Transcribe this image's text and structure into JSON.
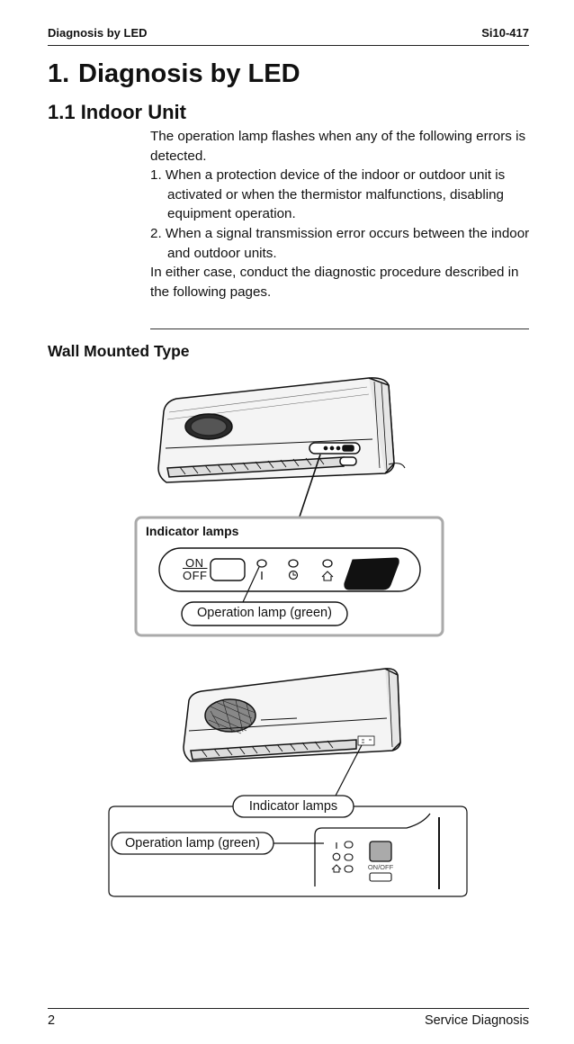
{
  "header": {
    "left": "Diagnosis by LED",
    "right": "Si10-417"
  },
  "section": {
    "number": "1.",
    "title": "Diagnosis by LED"
  },
  "subsection": {
    "title": "1.1 Indoor Unit"
  },
  "body": {
    "intro": "The operation lamp flashes when any of the following errors is detected.",
    "items": [
      "1. When a protection device of the indoor or outdoor unit is activated or when the thermistor malfunctions, disabling equipment operation.",
      "2. When a signal transmission error occurs between the indoor and outdoor units."
    ],
    "closing": "In either case, conduct the diagnostic procedure described in the following pages."
  },
  "wall_type": {
    "title": "Wall Mounted Type"
  },
  "figure1": {
    "indicator_title": "Indicator lamps",
    "on_label": "ON",
    "off_label": "OFF",
    "operation_lamp_label": "Operation lamp (green)"
  },
  "figure2": {
    "indicator_label": "Indicator lamps",
    "operation_lamp_label": "Operation lamp (green)",
    "onoff_label": "ON/OFF"
  },
  "footer": {
    "page": "2",
    "title": "Service Diagnosis"
  }
}
